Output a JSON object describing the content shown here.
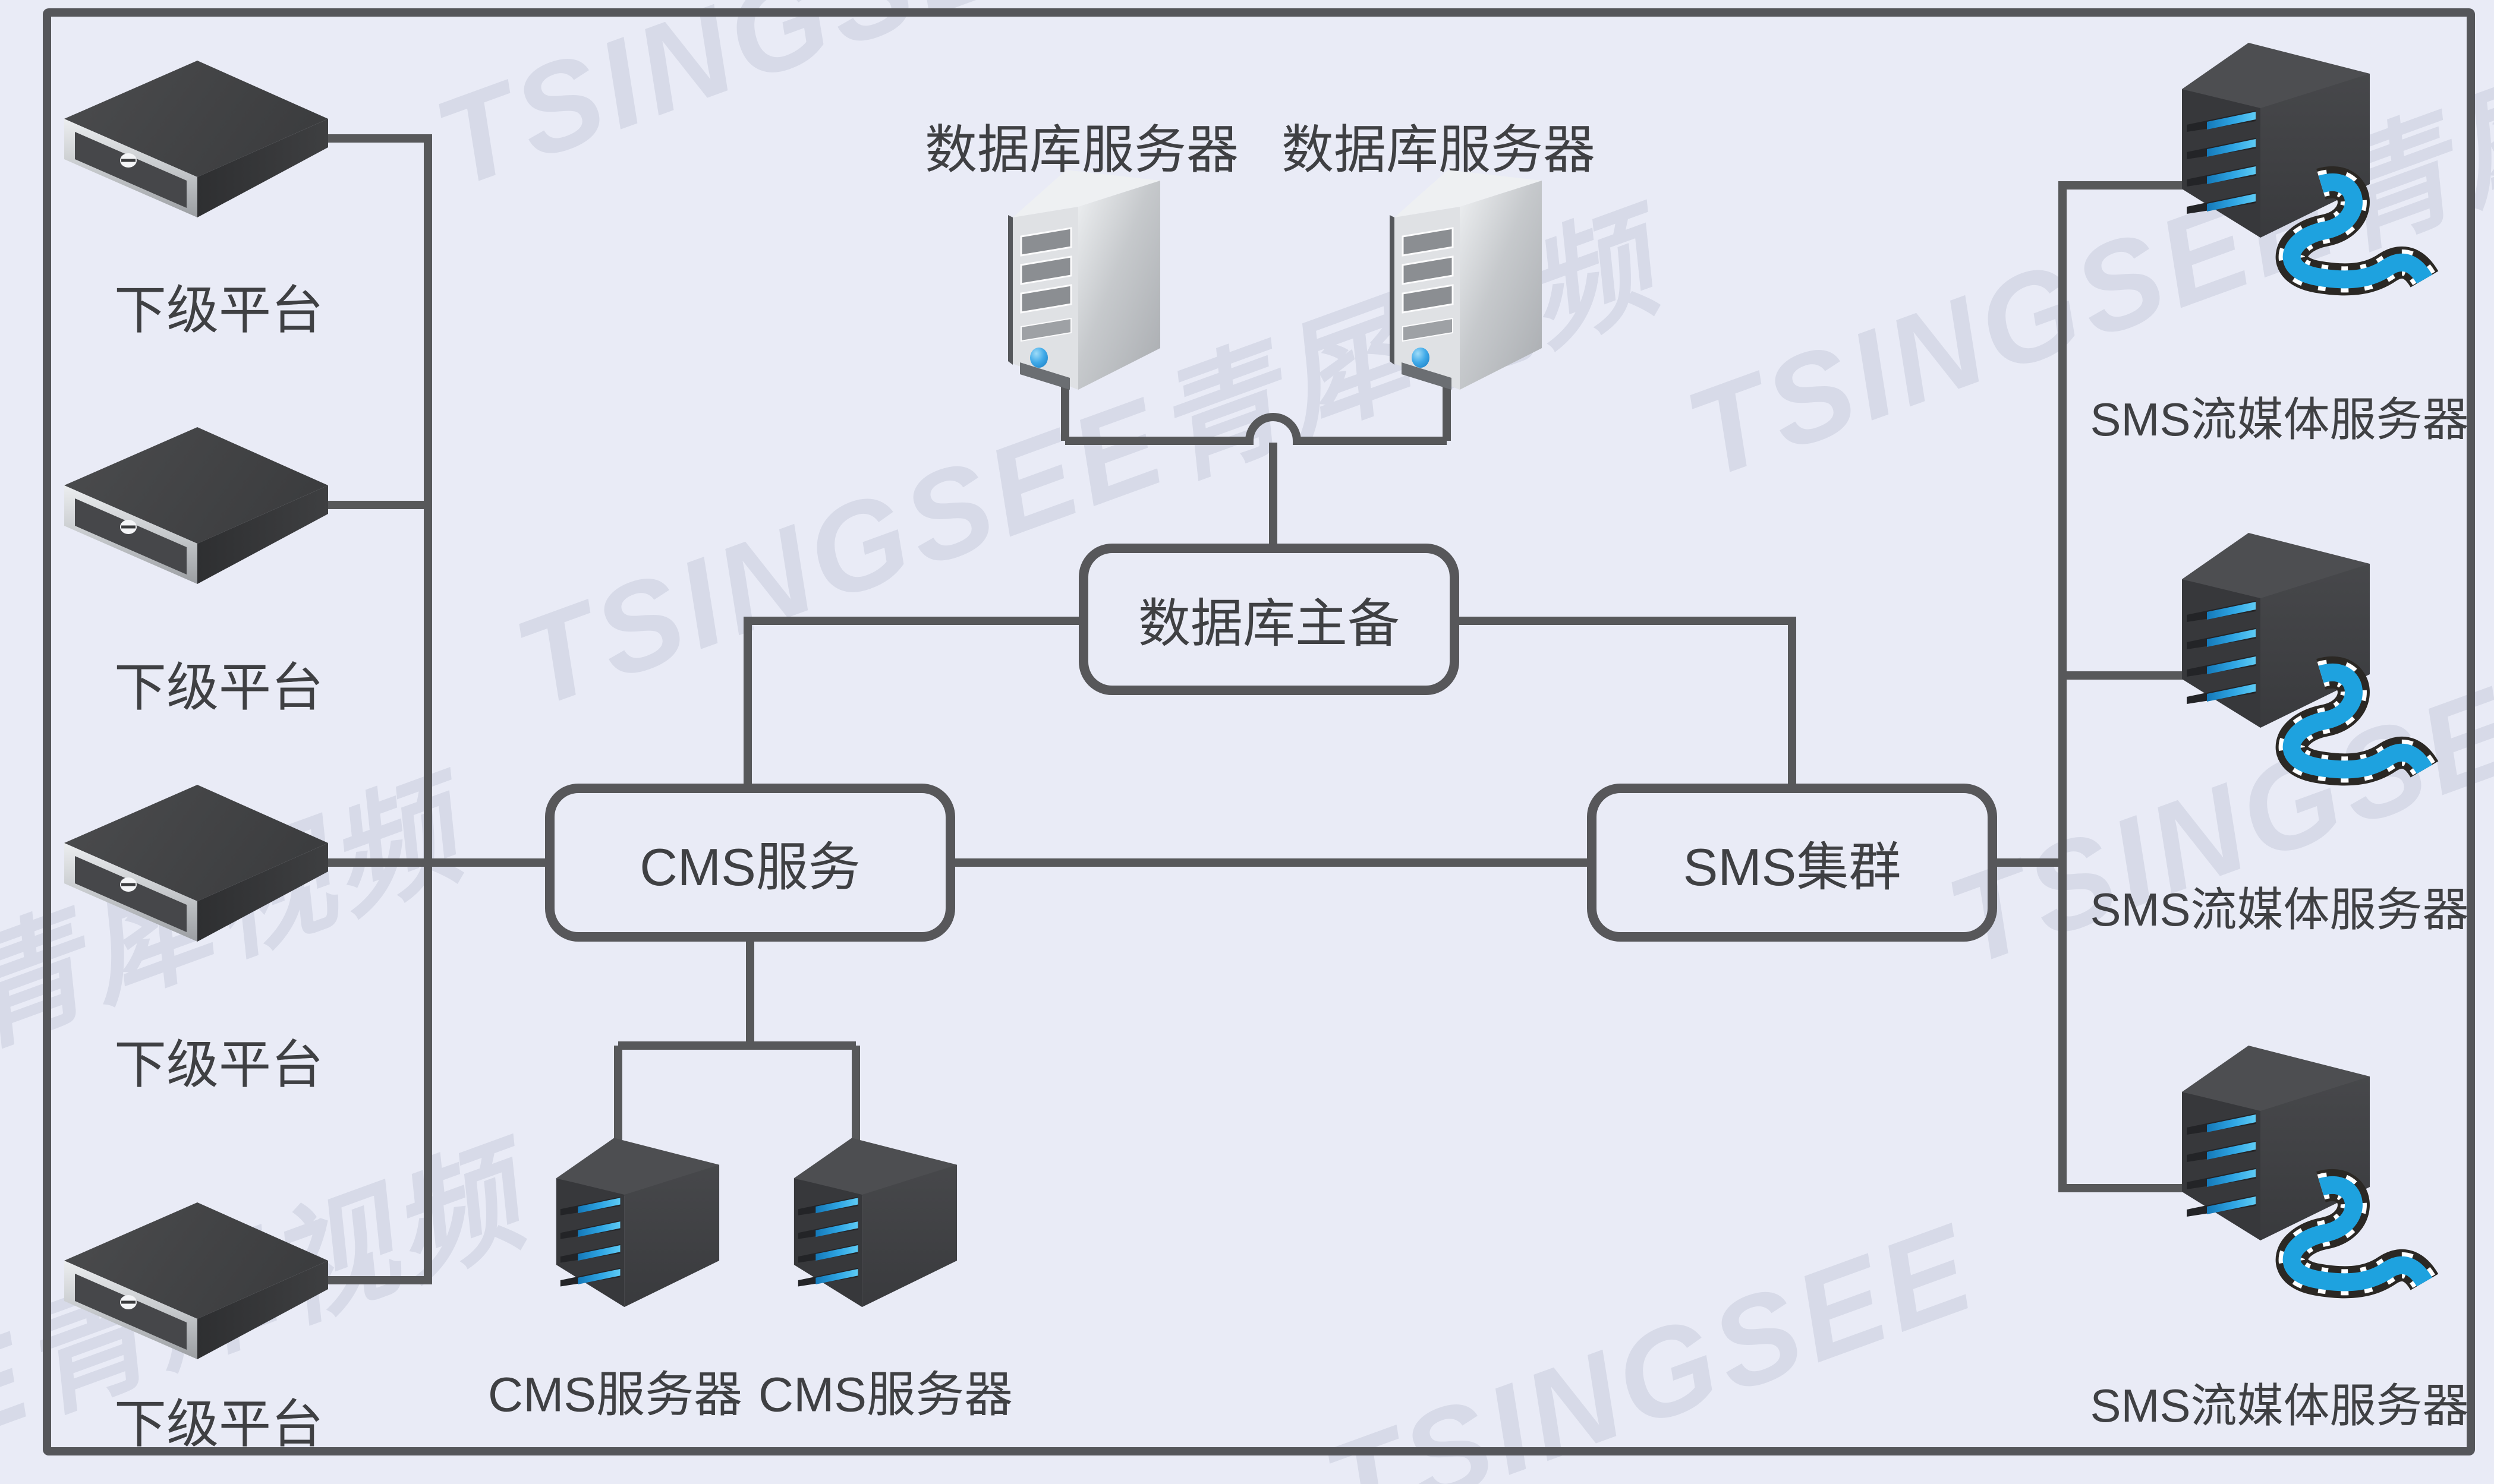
{
  "colors": {
    "background": "#e9ebf6",
    "line": "#57585a",
    "text": "#3f4043",
    "watermark": "#d4d8e6",
    "film_blue": "#1ea2df",
    "led_blue": "#3fa9e8"
  },
  "watermarks": [
    "TSINGSEE",
    "TSINGSEE青犀视频",
    "TSINGSEE青犀视频",
    "青犀视频",
    "GSEE青犀视频",
    "TSINGSEE",
    "TSINGSEE"
  ],
  "lower_platforms": [
    {
      "label": "下级平台"
    },
    {
      "label": "下级平台"
    },
    {
      "label": "下级平台"
    },
    {
      "label": "下级平台"
    }
  ],
  "db_server_labels": [
    {
      "label": "数据库服务器"
    },
    {
      "label": "数据库服务器"
    }
  ],
  "nodes": {
    "db_cluster": {
      "label": "数据库主备"
    },
    "cms": {
      "label": "CMS服务"
    },
    "sms": {
      "label": "SMS集群"
    }
  },
  "cms_servers": [
    {
      "label": "CMS服务器"
    },
    {
      "label": "CMS服务器"
    }
  ],
  "sms_servers": [
    {
      "label": "SMS流媒体服务器"
    },
    {
      "label": "SMS流媒体服务器"
    },
    {
      "label": "SMS流媒体服务器"
    }
  ]
}
